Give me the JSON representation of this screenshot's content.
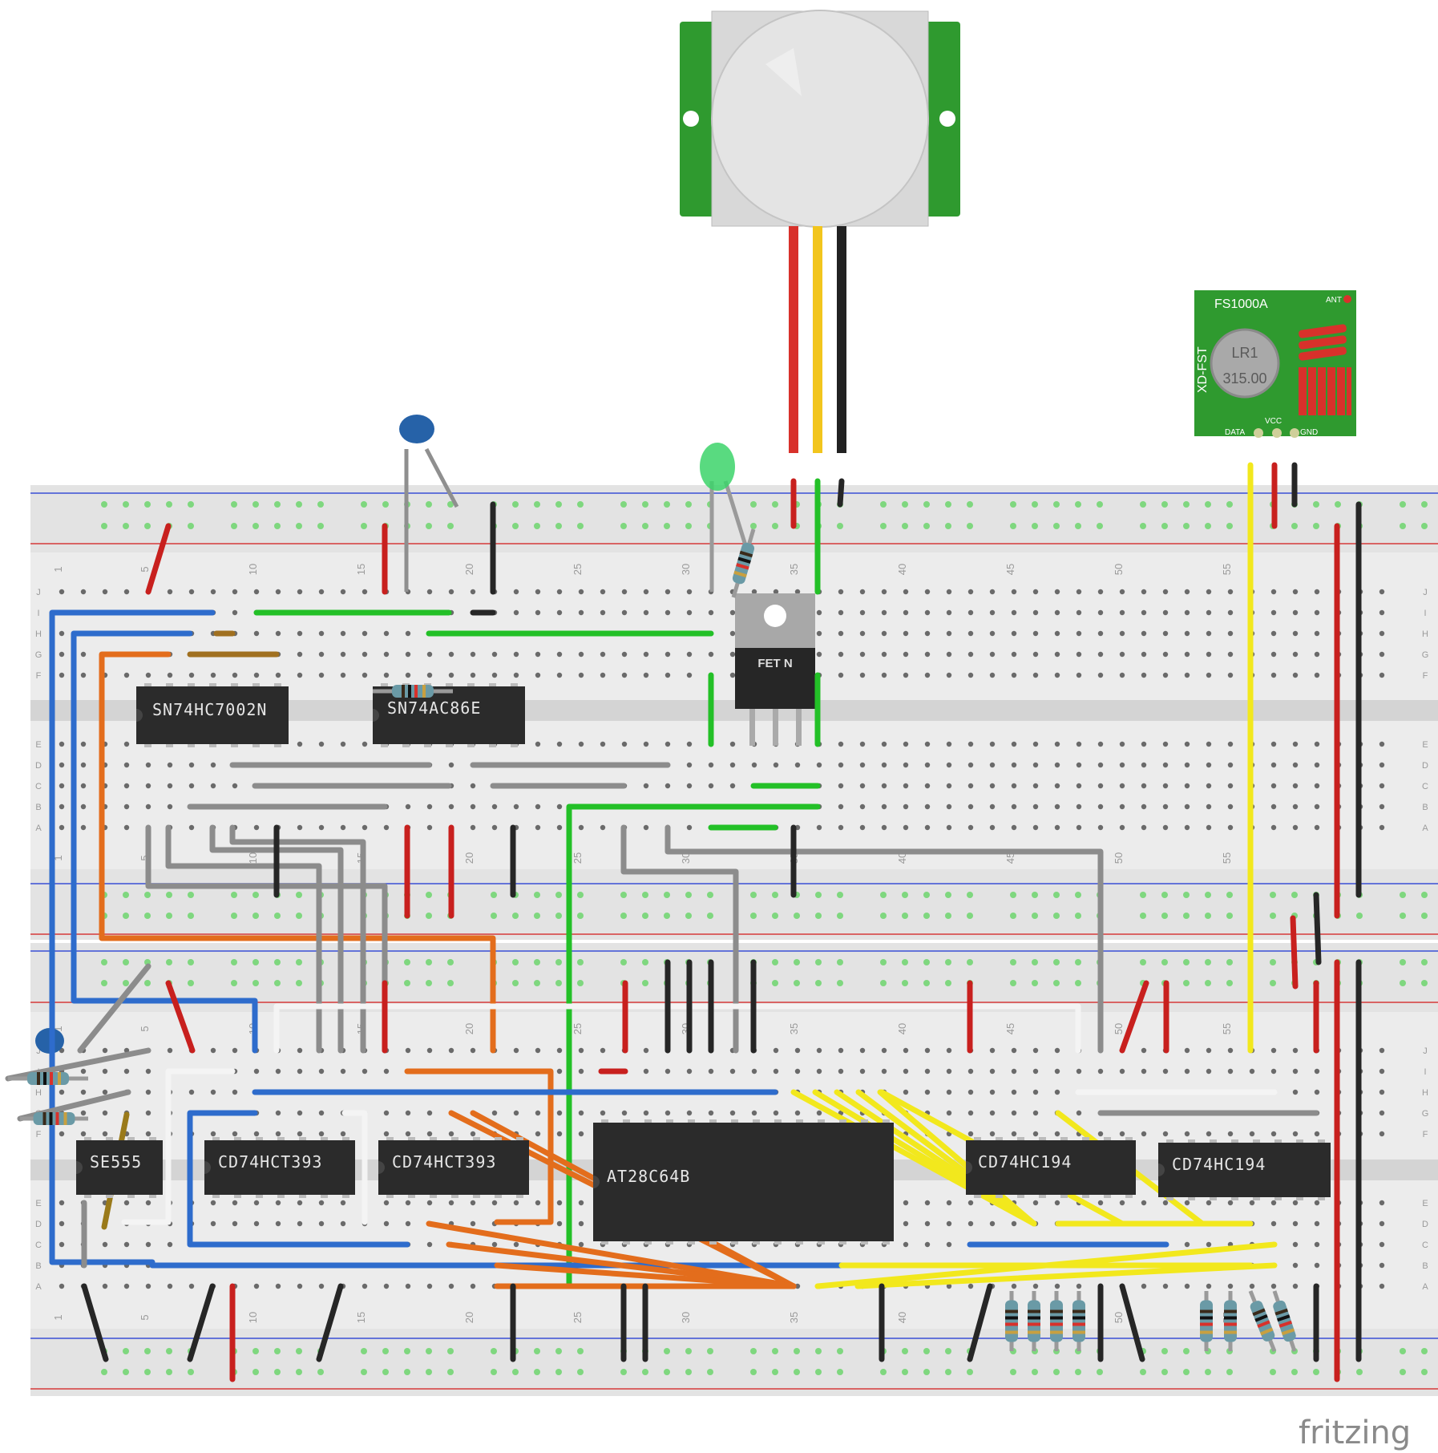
{
  "brand": "fritzing",
  "chips": {
    "u1": "SN74HC7002N",
    "u2": "SN74AC86E",
    "u3": "SE555",
    "u4": "CD74HCT393",
    "u5": "CD74HCT393",
    "u6": "AT28C64B",
    "u7": "CD74HC194",
    "u8": "CD74HC194",
    "fet": "FET N"
  },
  "transmitter": {
    "model": "FS1000A",
    "side": "XD-FST",
    "crystal_top": "LR1",
    "crystal_bottom": "315.00",
    "ant": "ANT",
    "data": "DATA",
    "vcc": "VCC",
    "gnd": "GND"
  },
  "breadboard": {
    "column_numbers": [
      "1",
      "5",
      "10",
      "15",
      "20",
      "25",
      "30",
      "35",
      "40",
      "45",
      "50",
      "55"
    ],
    "row_letters_top": [
      "J",
      "I",
      "H",
      "G",
      "F"
    ],
    "row_letters_bottom": [
      "E",
      "D",
      "C",
      "B",
      "A"
    ]
  },
  "colors": {
    "wire_red": "#c8201e",
    "wire_black": "#262626",
    "wire_green": "#23c027",
    "wire_blue": "#2e6ccc",
    "wire_orange": "#e36d1c",
    "wire_gray": "#8c8c8c",
    "wire_yellow": "#f2e81d",
    "wire_white": "#f4f4f4",
    "chip_body": "#2b2b2b",
    "board": "#dcdcdc",
    "module_green": "#2f9a2f"
  }
}
